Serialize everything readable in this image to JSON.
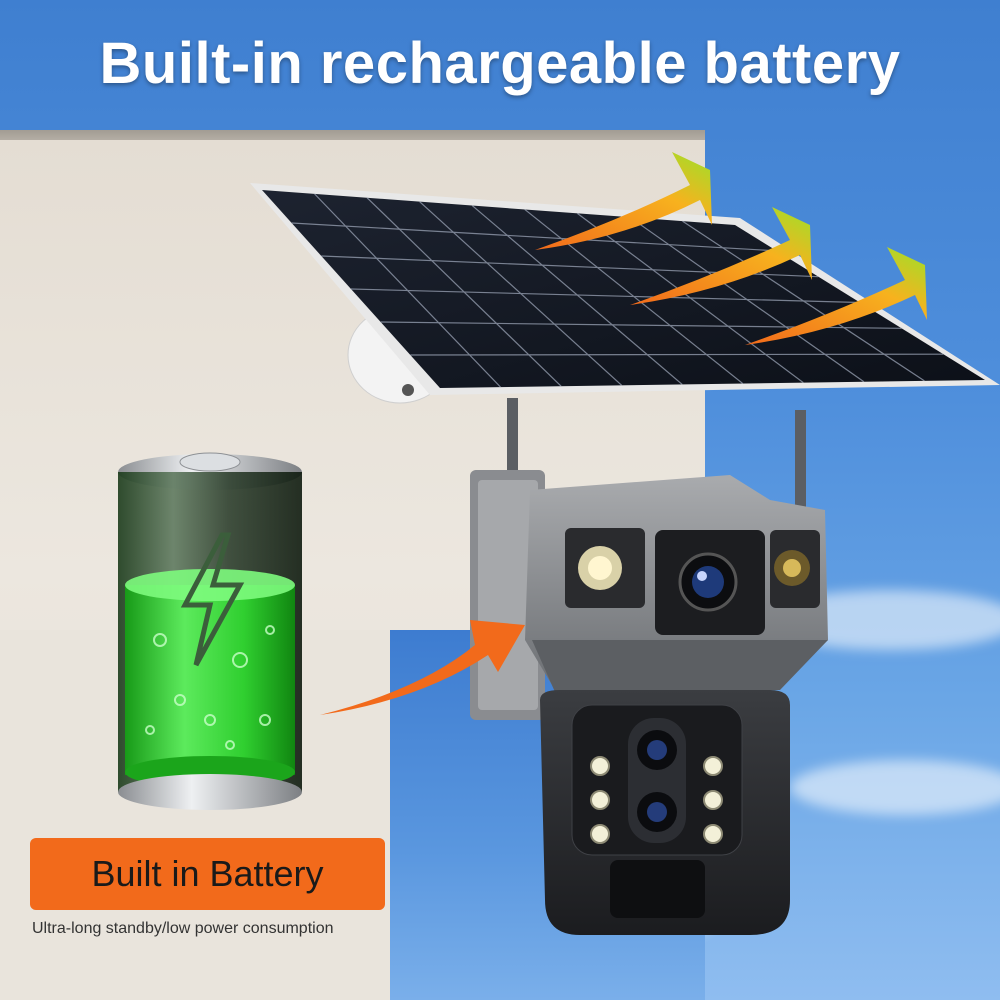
{
  "headline": "Built-in rechargeable battery",
  "badge": {
    "label": "Built in Battery",
    "color": "#f26a1b"
  },
  "subcaption": "Ultra-long standby/low power consumption",
  "colors": {
    "arrow_orange": "#f26a1b",
    "arrow_green": "#9be22a",
    "battery_green": "#2fd62f",
    "sky_blue": "#4f8fdc"
  },
  "icons": [
    "lightning-bolt-icon",
    "solar-panel",
    "security-camera",
    "battery-icon"
  ]
}
